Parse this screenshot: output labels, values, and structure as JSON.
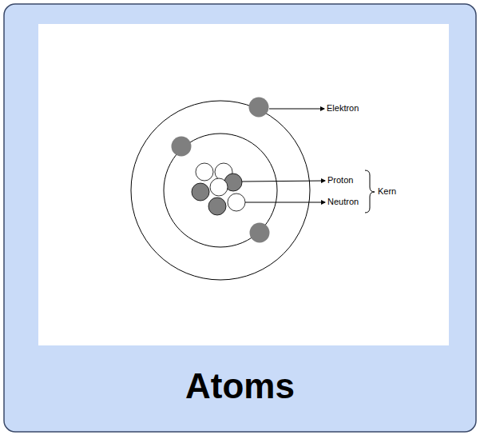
{
  "diagram": {
    "title": "Atoms",
    "labels": [
      "Elektron",
      "Proton",
      "Neutron",
      "Kern"
    ]
  }
}
